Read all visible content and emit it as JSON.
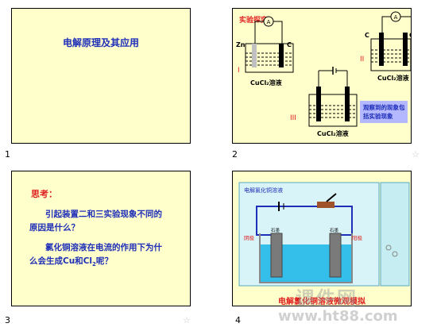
{
  "slides": [
    {
      "number": "1",
      "title": "电解原理及其应用"
    },
    {
      "number": "2",
      "heading": "实验探究",
      "labels": {
        "zn": "Zn",
        "c": "C",
        "ammeter": "A",
        "roman1": "I",
        "roman2": "II",
        "roman3": "III",
        "solution": "CuCl₂溶液"
      },
      "note": [
        "观察到的现象包",
        "括实验现象"
      ]
    },
    {
      "number": "3",
      "heading": "思考：",
      "q1": [
        "引起装置二和三实验现象不同的",
        "原因是什么？"
      ],
      "q2a": "氯化铜溶液在电流的作用下为什",
      "q2b_pre": "么会生成Cu和Cl",
      "q2b_sub": "2",
      "q2b_post": "呢？"
    },
    {
      "number": "4",
      "caption": "电解氯化铜溶液微观模拟",
      "inner_title": "电解氯化铜溶液",
      "left_label": "阴极",
      "right_label": "阳极",
      "left_el": "石墨",
      "right_el": "石墨"
    }
  ],
  "watermark": {
    "top": "课件网",
    "bottom": "www.ht88.com"
  },
  "star": "☆"
}
